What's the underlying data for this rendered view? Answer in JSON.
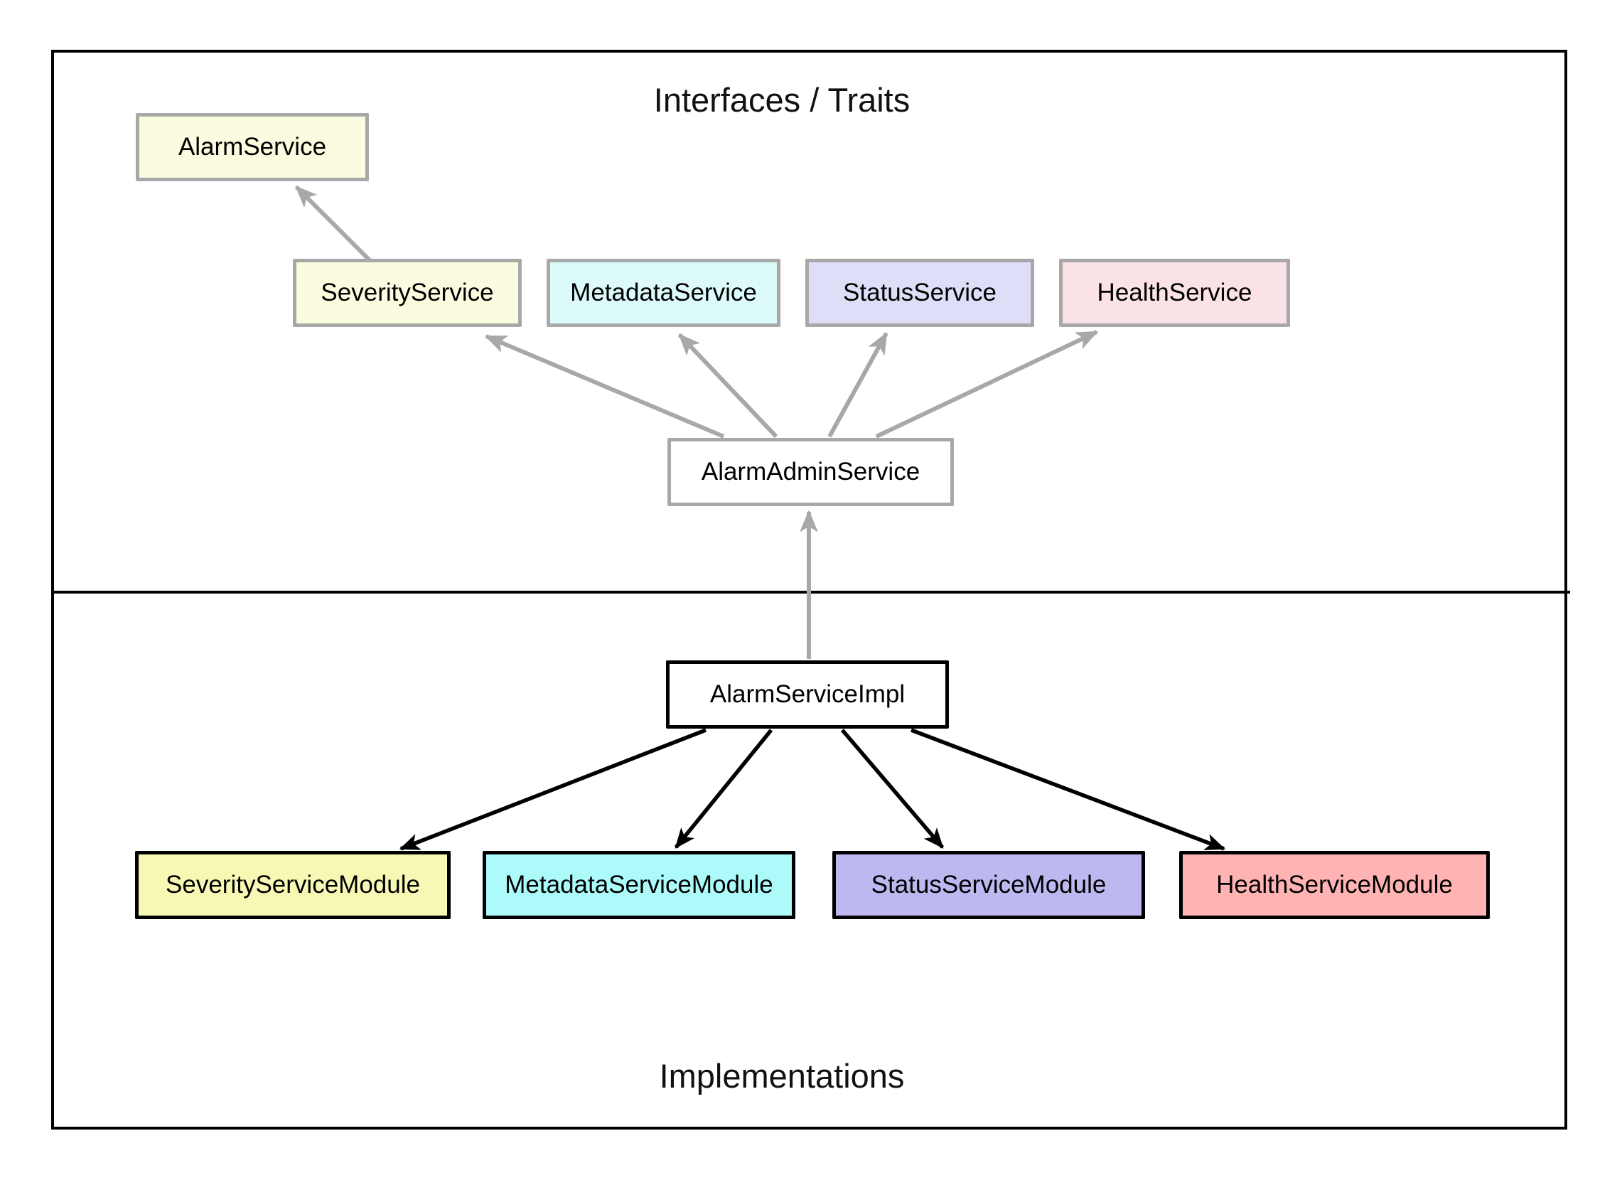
{
  "diagram": {
    "type": "component-diagram",
    "sections": {
      "interfaces": {
        "title": "Interfaces / Traits"
      },
      "implementations": {
        "title": "Implementations"
      }
    },
    "nodes": {
      "alarm_service": {
        "label": "AlarmService",
        "fill": "#FBFBDF",
        "border": "#A8A8A8",
        "layer": "interfaces"
      },
      "severity_service": {
        "label": "SeverityService",
        "fill": "#FBFBDF",
        "border": "#A8A8A8",
        "layer": "interfaces"
      },
      "metadata_service": {
        "label": "MetadataService",
        "fill": "#DCFAFA",
        "border": "#A8A8A8",
        "layer": "interfaces"
      },
      "status_service": {
        "label": "StatusService",
        "fill": "#DEDEF8",
        "border": "#A8A8A8",
        "layer": "interfaces"
      },
      "health_service": {
        "label": "HealthService",
        "fill": "#FAE2E6",
        "border": "#A8A8A8",
        "layer": "interfaces"
      },
      "alarm_admin_service": {
        "label": "AlarmAdminService",
        "fill": "#FFFFFF",
        "border": "#A8A8A8",
        "layer": "interfaces"
      },
      "alarm_service_impl": {
        "label": "AlarmServiceImpl",
        "fill": "#FFFFFF",
        "border": "#000000",
        "layer": "implementations"
      },
      "severity_service_module": {
        "label": "SeverityServiceModule",
        "fill": "#F8F8B5",
        "border": "#000000",
        "layer": "implementations"
      },
      "metadata_service_module": {
        "label": "MetadataServiceModule",
        "fill": "#ACFAFA",
        "border": "#000000",
        "layer": "implementations"
      },
      "status_service_module": {
        "label": "StatusServiceModule",
        "fill": "#BDB8F0",
        "border": "#000000",
        "layer": "implementations"
      },
      "health_service_module": {
        "label": "HealthServiceModule",
        "fill": "#FFB3B2",
        "border": "#000000",
        "layer": "implementations"
      }
    },
    "edges": [
      {
        "from": "severity_service",
        "to": "alarm_service",
        "color": "#A8A8A8"
      },
      {
        "from": "alarm_admin_service",
        "to": "severity_service",
        "color": "#A8A8A8"
      },
      {
        "from": "alarm_admin_service",
        "to": "metadata_service",
        "color": "#A8A8A8"
      },
      {
        "from": "alarm_admin_service",
        "to": "status_service",
        "color": "#A8A8A8"
      },
      {
        "from": "alarm_admin_service",
        "to": "health_service",
        "color": "#A8A8A8"
      },
      {
        "from": "alarm_service_impl",
        "to": "alarm_admin_service",
        "color": "#A8A8A8"
      },
      {
        "from": "alarm_service_impl",
        "to": "severity_service_module",
        "color": "#000000"
      },
      {
        "from": "alarm_service_impl",
        "to": "metadata_service_module",
        "color": "#000000"
      },
      {
        "from": "alarm_service_impl",
        "to": "status_service_module",
        "color": "#000000"
      },
      {
        "from": "alarm_service_impl",
        "to": "health_service_module",
        "color": "#000000"
      }
    ],
    "colors": {
      "edge_gray": "#A8A8A8",
      "edge_black": "#000000",
      "background": "#FFFFFF",
      "frame": "#000000"
    }
  }
}
